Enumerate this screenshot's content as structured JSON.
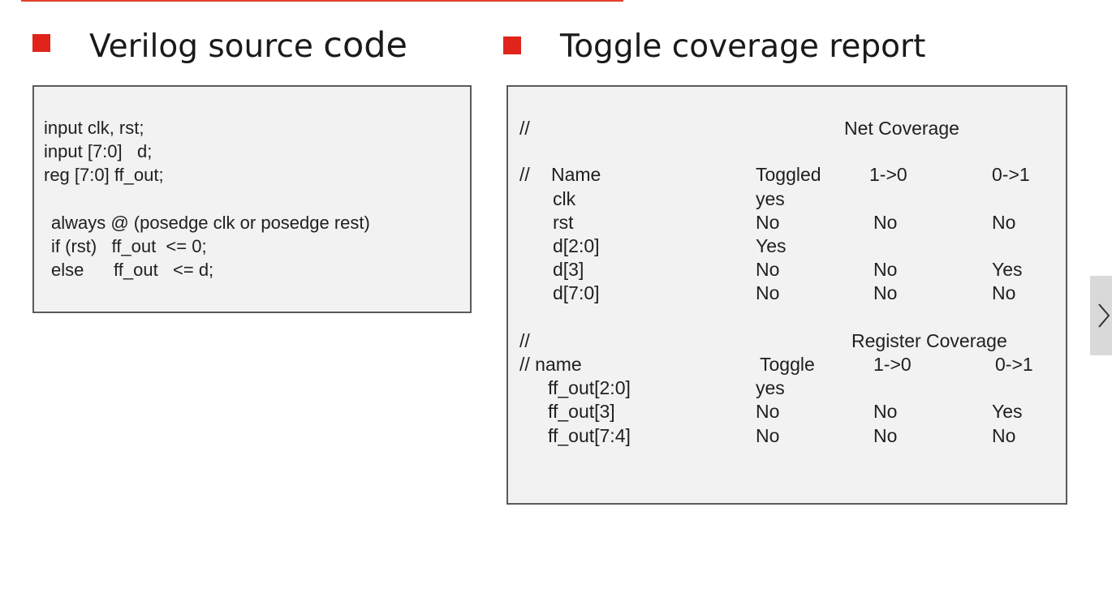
{
  "left": {
    "heading_a": "Verilog source",
    "heading_b": "code",
    "code": [
      "input clk, rst;",
      "input [7:0]   d;",
      "reg [7:0] ff_out;",
      "always @ (posedge clk or posedge rest)",
      "if (rst)   ff_out  <= 0;",
      "else      ff_out   <= d;"
    ]
  },
  "right": {
    "heading": "Toggle coverage report",
    "net": {
      "comment": "//",
      "title": "Net Coverage",
      "header": {
        "comment": "//",
        "name": "Name",
        "toggled": "Toggled",
        "fall": "1->0",
        "rise": "0->1"
      },
      "rows": [
        {
          "name": "clk",
          "toggled": "yes",
          "fall": "",
          "rise": ""
        },
        {
          "name": "rst",
          "toggled": "No",
          "fall": "No",
          "rise": "No"
        },
        {
          "name": "d[2:0]",
          "toggled": "Yes",
          "fall": "",
          "rise": ""
        },
        {
          "name": "d[3]",
          "toggled": "No",
          "fall": "No",
          "rise": "Yes"
        },
        {
          "name": "d[7:0]",
          "toggled": "No",
          "fall": "No",
          "rise": "No"
        }
      ]
    },
    "reg": {
      "comment": "//",
      "title": "Register Coverage",
      "header": {
        "name": "// name",
        "toggled": "Toggle",
        "fall": "1->0",
        "rise": "0->1"
      },
      "rows": [
        {
          "name": "ff_out[2:0]",
          "toggled": "yes",
          "fall": "",
          "rise": ""
        },
        {
          "name": "ff_out[3]",
          "toggled": "No",
          "fall": "No",
          "rise": "Yes"
        },
        {
          "name": "ff_out[7:4]",
          "toggled": "No",
          "fall": "No",
          "rise": "No"
        }
      ]
    }
  },
  "nav": {
    "next_icon": "chevron-right-icon"
  }
}
